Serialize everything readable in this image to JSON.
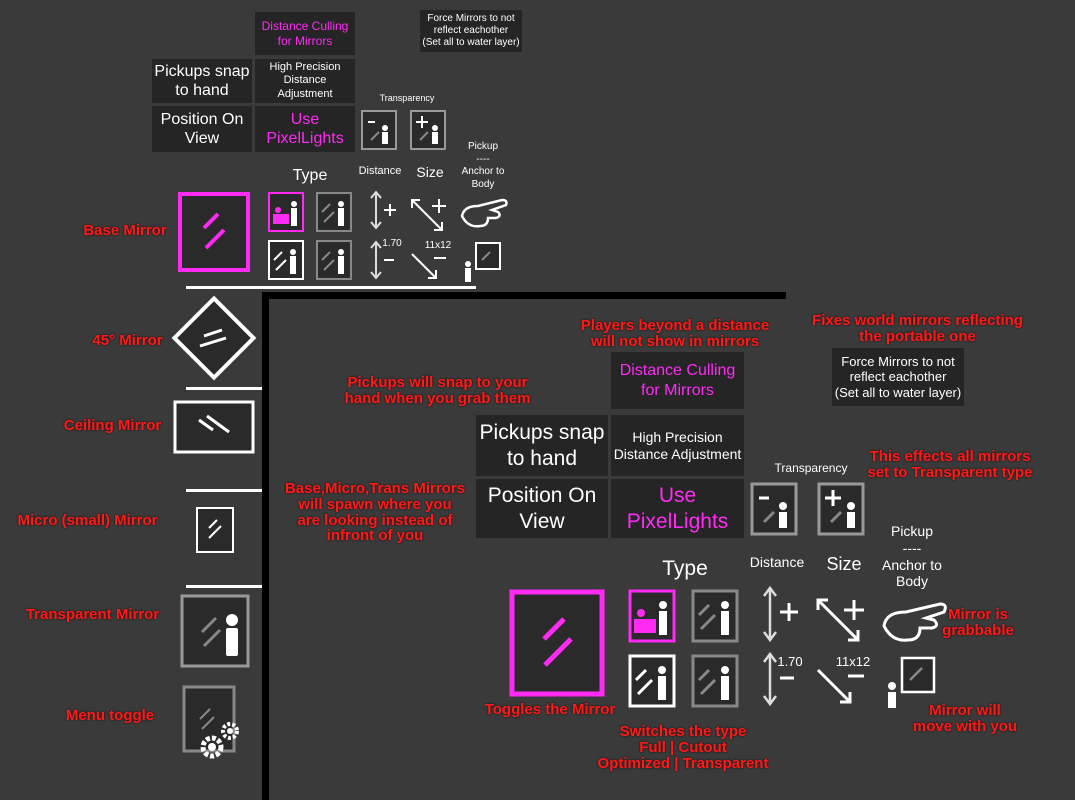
{
  "small_panel": {
    "distance_culling": "Distance Culling\nfor Mirrors",
    "force_mirrors": "Force Mirrors to not\nreflect eachother\n(Set all to water layer)",
    "pickups_snap": "Pickups snap\nto hand",
    "high_precision": "High Precision\nDistance Adjustment",
    "transparency": "Transparency",
    "position_on_view": "Position On\nView",
    "use_pixellights": "Use\nPixelLights",
    "type": "Type",
    "distance": "Distance",
    "size": "Size",
    "pickup_anchor": "Pickup\n----\nAnchor to\nBody",
    "distance_value": "1.70",
    "size_value": "11x12"
  },
  "large_panel": {
    "distance_culling": "Distance Culling\nfor Mirrors",
    "force_mirrors": "Force Mirrors to not\nreflect eachother\n(Set all to water layer)",
    "pickups_snap": "Pickups snap\nto hand",
    "high_precision": "High Precision\nDistance Adjustment",
    "transparency": "Transparency",
    "position_on_view": "Position On\nView",
    "use_pixellights": "Use\nPixelLights",
    "type": "Type",
    "distance": "Distance",
    "size": "Size",
    "pickup_anchor": "Pickup\n----\nAnchor to\nBody",
    "distance_value": "1.70",
    "size_value": "11x12"
  },
  "left_labels": {
    "base_mirror": "Base Mirror",
    "mirror_45": "45° Mirror",
    "ceiling_mirror": "Ceiling Mirror",
    "micro_mirror": "Micro (small) Mirror",
    "transparent_mirror": "Transparent Mirror",
    "menu_toggle": "Menu toggle"
  },
  "annotations": {
    "players_beyond": "Players beyond a distance\nwill not show in mirrors",
    "fixes_world": "Fixes world mirrors reflecting\nthe portable one",
    "pickups_will_snap": "Pickups will snap to your\nhand when you grab them",
    "effects_all": "This effects all mirrors\nset to Transparent type",
    "spawn_where": "Base,Micro,Trans Mirrors\nwill spawn where you\nare looking instead of\ninfront of you",
    "toggles_mirror": "Toggles the Mirror",
    "switches_type": "Switches the type\nFull | Cutout\nOptimized | Transparent",
    "mirror_grabbable": "Mirror is\ngrabbable",
    "mirror_move": "Mirror will\nmove with you"
  },
  "colors": {
    "background": "#3a3a3a",
    "button_bg": "#252525",
    "accent_magenta": "#ff2bf4",
    "annotation_red": "#ff1a1a"
  },
  "icons": {
    "mirror": "mirror-icon",
    "gear": "gear-icon",
    "person": "person-icon",
    "hand": "hand-icon",
    "arrow_plus": "arrow-plus-icon",
    "arrow_minus": "arrow-minus-icon"
  }
}
